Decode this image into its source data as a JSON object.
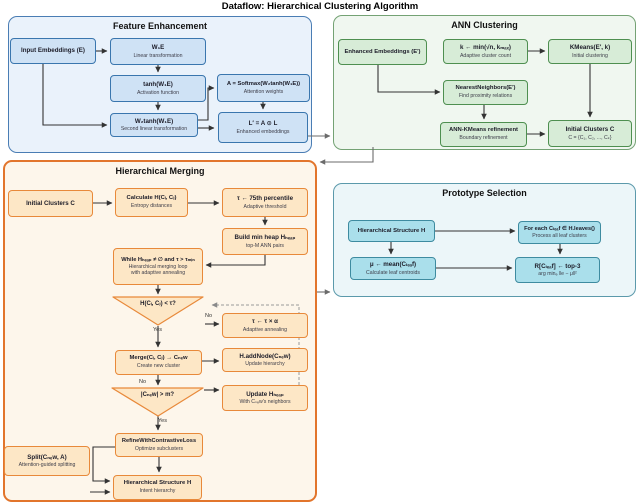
{
  "title": "Dataflow: Hierarchical Clustering Algorithm",
  "sections": {
    "fe": {
      "title": "Feature Enhancement",
      "nodes": {
        "input": {
          "main": "Input Embeddings (E)"
        },
        "w1e": {
          "main": "W₁E",
          "sub": "Linear transformation"
        },
        "tanh": {
          "main": "tanh(W₁E)",
          "sub": "Activation function"
        },
        "w2tanh": {
          "main": "W₂tanh(W₁E)",
          "sub": "Second linear transformation"
        },
        "softmax": {
          "main": "A = Softmax(W₂tanh(W₁E))",
          "sub": "Attention weights"
        },
        "enhanced": {
          "main": "L′ = A ⊙ L",
          "sub": "Enhanced embeddings"
        }
      }
    },
    "ann": {
      "title": "ANN Clustering",
      "nodes": {
        "emb": {
          "main": "Enhanced Embeddings (E′)"
        },
        "kmin": {
          "main": "k ← min(√n, kₘₐₓ)",
          "sub": "Adaptive cluster count"
        },
        "kmeans": {
          "main": "KMeans(E′, k)",
          "sub": "Initial clustering"
        },
        "nn": {
          "main": "NearestNeighbors(E′)",
          "sub": "Find proximity relations"
        },
        "refine": {
          "main": "ANN-KMeans refinement",
          "sub": "Boundary refinement"
        },
        "clusters": {
          "main": "Initial Clusters C",
          "sub": "C = {C₁, C₂, ..., Cₖ}"
        }
      }
    },
    "hm": {
      "title": "Hierarchical Merging",
      "nodes": {
        "init": {
          "main": "Initial Clusters C"
        },
        "calc": {
          "main": "Calculate H(Cᵢ, Cⱼ)",
          "sub": "Entropy distances"
        },
        "tau": {
          "main": "τ ← 75th percentile",
          "sub": "Adaptive threshold"
        },
        "heap": {
          "main": "Build min heap Hₕₑₐₚ",
          "sub": "top-M ANN pairs"
        },
        "loop": {
          "main": "While Hₕₑₐₚ ≠ ∅ and τ > τₘᵢₙ",
          "sub": "Hierarchical merging loop",
          "sub2": "with adaptive annealing"
        },
        "dec1": {
          "main": "H(Cᵢ, Cⱼ) < τ?"
        },
        "anneal": {
          "main": "τ ← τ × α",
          "sub": "Adaptive annealing"
        },
        "merge": {
          "main": "Merge(Cᵢ, Cⱼ) → Cₙₑw",
          "sub": "Create new cluster"
        },
        "addnode": {
          "main": "H.addNode(Cₙₑw)",
          "sub": "Update hierarchy"
        },
        "dec2": {
          "main": "|Cₙₑw| > m?"
        },
        "updheap": {
          "main": "Update Hₕₑₐₚ",
          "sub": "With Cₙₑw's neighbors"
        },
        "refinec": {
          "main": "RefineWithContrastiveLoss",
          "sub": "Optimize subclusters"
        },
        "split": {
          "main": "Split(Cₙₑw, A)",
          "sub": "Attention-guided splitting"
        },
        "structure": {
          "main": "Hierarchical Structure H",
          "sub": "Intent hierarchy"
        }
      },
      "labels": {
        "yes": "Yes",
        "no": "No"
      }
    },
    "ps": {
      "title": "Prototype Selection",
      "nodes": {
        "structure": {
          "main": "Hierarchical Structure H"
        },
        "foreach": {
          "main": "For each Cₗₑₐf ∈ H.leaves()",
          "sub": "Process all leaf clusters"
        },
        "mean": {
          "main": "μ ← mean(Cₗₑₐf)",
          "sub": "Calculate leaf centroids"
        },
        "top3": {
          "main": "R[Cₗₑₐf] ← top-3",
          "sub": "arg minₑ ‖e − μ‖²"
        }
      }
    }
  },
  "colors": {
    "fe_bg": "#eaf2fb",
    "fe_border": "#4a7db4",
    "fe_node": "#cfe2f5",
    "fe_node_border": "#3a76ae",
    "ann_bg": "#f0f7f0",
    "ann_border": "#74a274",
    "ann_node": "#d7ecd7",
    "ann_node_border": "#4e8f50",
    "hm_bg": "#fdf6eb",
    "hm_border": "#e2752c",
    "hm_node": "#fde7c6",
    "hm_node_border": "#e8893a",
    "ps_bg": "#ecf6f9",
    "ps_border": "#5b99ab",
    "ps_node": "#aadfeb",
    "ps_node_border": "#3e8ba0"
  }
}
